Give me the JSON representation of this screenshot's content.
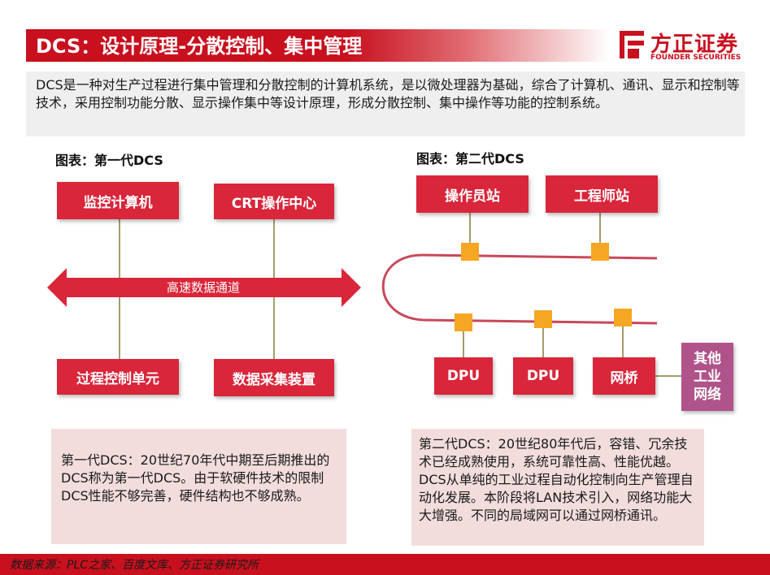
{
  "header": {
    "title": "DCS：设计原理-分散控制、集中管理",
    "logo_cn": "方正证券",
    "logo_en": "FOUNDER SECURITIES"
  },
  "intro": "DCS是一种对生产过程进行集中管理和分散控制的计算机系统，是以微处理器为基础，综合了计算机、通讯、显示和控制等技术，采用控制功能分散、显示操作集中等设计原理，形成分散控制、集中操作等功能的控制系统。",
  "gen1": {
    "label": "图表：第一代DCS",
    "top_left": "监控计算机",
    "top_right": "CRT操作中心",
    "channel": "高速数据通道",
    "bottom_left": "过程控制单元",
    "bottom_right": "数据采集装置",
    "note": "第一代DCS：20世纪70年代中期至后期推出的DCS称为第一代DCS。由于软硬件技术的限制DCS性能不够完善，硬件结构也不够成熟。"
  },
  "gen2": {
    "label": "图表：第二代DCS",
    "operator_station": "操作员站",
    "engineer_station": "工程师站",
    "dpu1": "DPU",
    "dpu2": "DPU",
    "bridge": "网桥",
    "other_network": "其他工业网络",
    "note": "第二代DCS：20世纪80年代后，容错、冗余技术已经成熟使用，系统可靠性高、性能优越。DCS从单纯的工业过程自动化控制向生产管理自动化发展。本阶段将LAN技术引入，网络功能大大增强。不同的局域网可以通过网桥通讯。"
  },
  "footer": {
    "source": "数据来源：PLC之家、百度文库、方正证券研究所"
  },
  "colors": {
    "brand_red": "#c8101e",
    "box_red": "#d9263a",
    "connector_olive": "#a69b6e",
    "node_orange": "#f5a623",
    "network_purple": "#b0538a",
    "note_pink": "#f2dcdc"
  }
}
